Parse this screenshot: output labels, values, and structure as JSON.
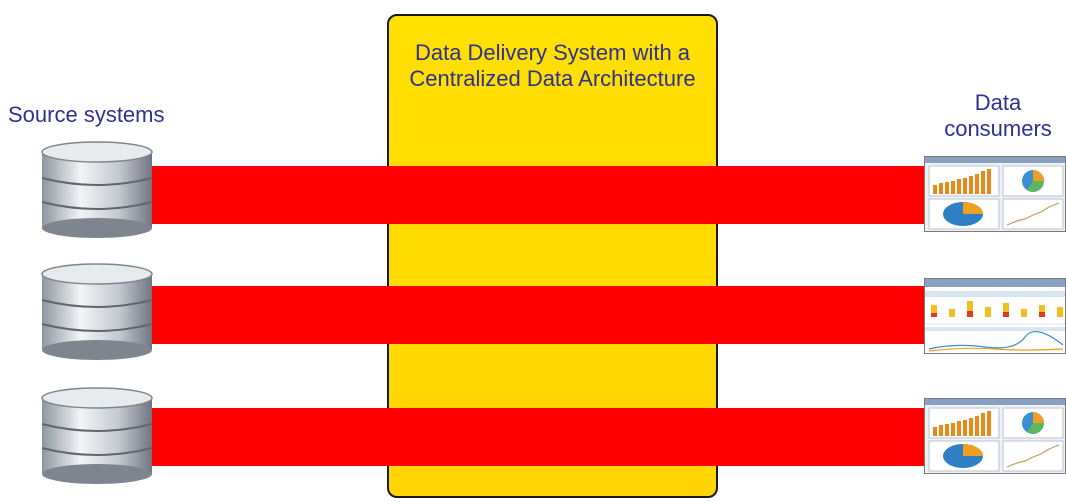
{
  "diagram": {
    "left_label": "Source systems",
    "right_label": "Data consumers",
    "center_label": "Data Delivery System with a Centralized Data Architecture",
    "colors": {
      "box_fill": "#FFDD00",
      "flow_bar": "#FF0000",
      "label_text": "#2E3192"
    },
    "sources": [
      {
        "icon": "database-icon"
      },
      {
        "icon": "database-icon"
      },
      {
        "icon": "database-icon"
      }
    ],
    "consumers": [
      {
        "icon": "dashboard-thumbnail"
      },
      {
        "icon": "dashboard-thumbnail"
      },
      {
        "icon": "dashboard-thumbnail"
      }
    ]
  }
}
